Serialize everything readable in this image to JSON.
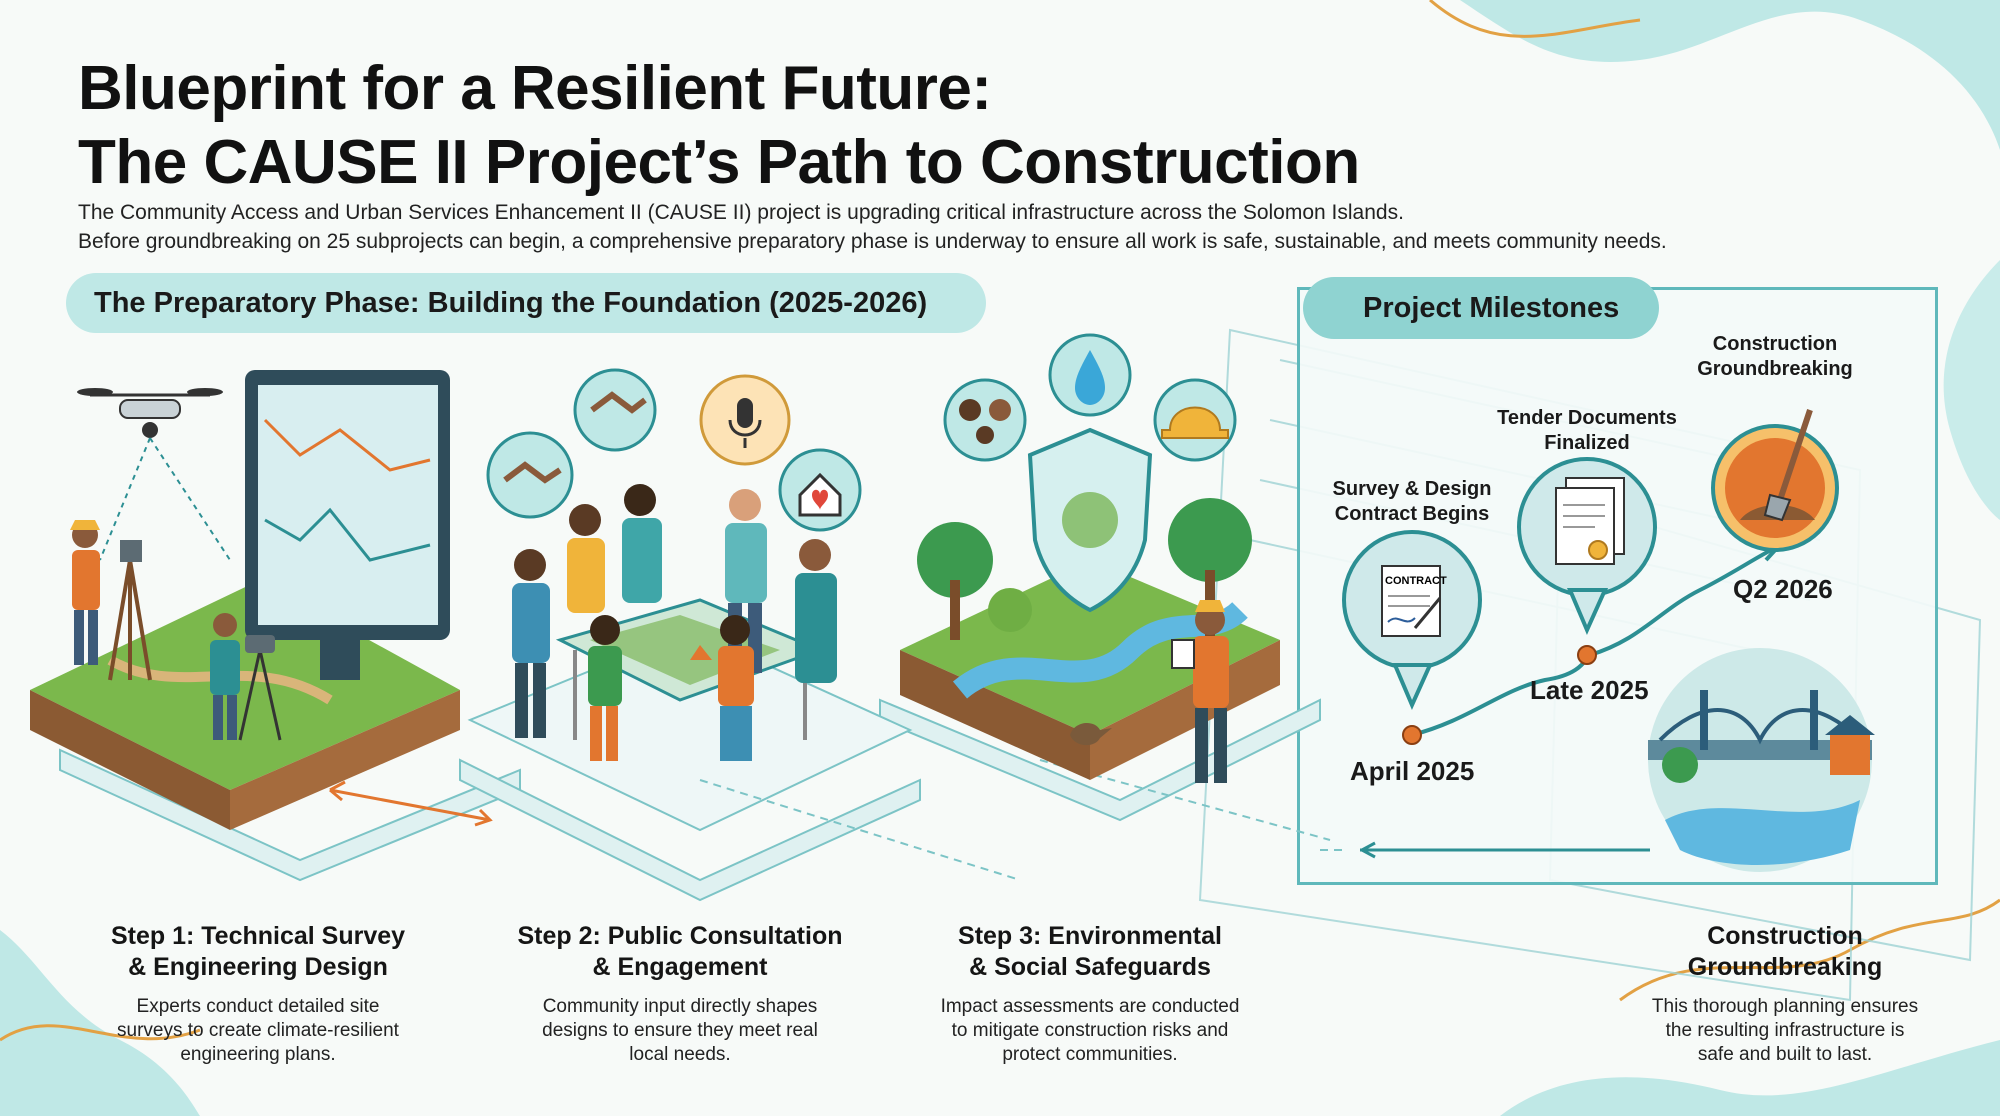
{
  "title": {
    "line1": "Blueprint for a Resilient Future:",
    "line2": "The CAUSE II Project’s Path to Construction"
  },
  "intro": {
    "line1": "The Community Access and Urban Services Enhancement II (CAUSE II) project is upgrading critical infrastructure across the Solomon Islands.",
    "line2": "Before groundbreaking on 25 subprojects can begin, a comprehensive preparatory phase is underway to ensure all work is safe, sustainable, and meets community needs."
  },
  "phase_heading": "The Preparatory Phase: Building the Foundation (2025-2026)",
  "milestones": {
    "heading": "Project Milestones",
    "items": [
      {
        "title_line1": "Survey & Design",
        "title_line2": "Contract Begins",
        "date": "April 2025",
        "icon": "contract-icon",
        "icon_text": "CONTRACT"
      },
      {
        "title_line1": "Tender Documents",
        "title_line2": "Finalized",
        "date": "Late 2025",
        "icon": "documents-icon"
      },
      {
        "title_line1": "Construction",
        "title_line2": "Groundbreaking",
        "date": "Q2 2026",
        "icon": "shovel-icon"
      }
    ]
  },
  "steps": [
    {
      "title_line1": "Step 1: Technical Survey",
      "title_line2": "& Engineering Design",
      "desc_line1": "Experts conduct detailed site",
      "desc_line2": "surveys to create climate-resilient",
      "desc_line3": "engineering plans."
    },
    {
      "title_line1": "Step 2: Public Consultation",
      "title_line2": "& Engagement",
      "desc_line1": "Community input directly shapes",
      "desc_line2": "designs to ensure they meet real",
      "desc_line3": "local needs."
    },
    {
      "title_line1": "Step 3: Environmental",
      "title_line2": "& Social Safeguards",
      "desc_line1": "Impact assessments are conducted",
      "desc_line2": "to mitigate construction risks and",
      "desc_line3": "protect communities."
    },
    {
      "title_line1": "Construction",
      "title_line2": "Groundbreaking",
      "desc_line1": "This thorough planning ensures",
      "desc_line2": "the resulting infrastructure is",
      "desc_line3": "safe and built to last."
    }
  ],
  "colors": {
    "teal_light": "#bfe8e6",
    "teal": "#5fb8bb",
    "teal_dark": "#2c8f93",
    "orange": "#e2762f",
    "grass": "#6fae44"
  }
}
